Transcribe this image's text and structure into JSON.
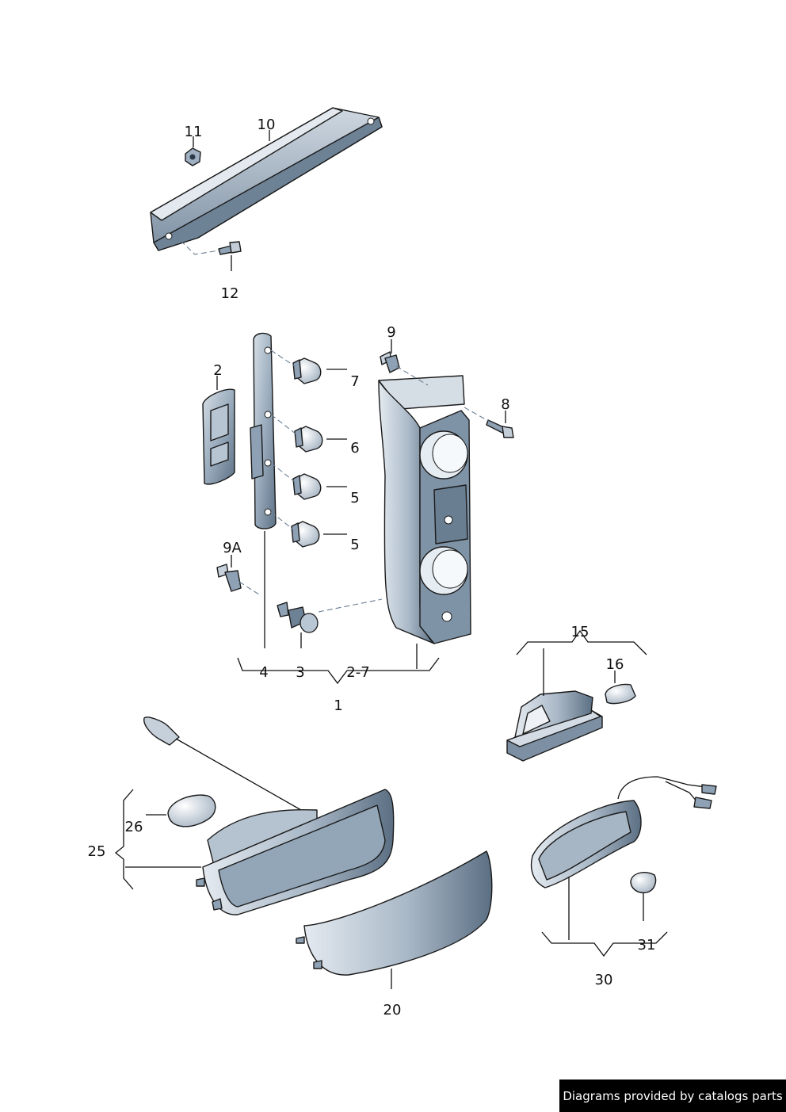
{
  "callouts": {
    "c1": "1",
    "c2": "2",
    "c3": "3",
    "c4": "4",
    "c5a": "5",
    "c5b": "5",
    "c6": "6",
    "c7": "7",
    "c8": "8",
    "c9": "9",
    "c9a": "9A",
    "c10": "10",
    "c11": "11",
    "c12": "12",
    "c15": "15",
    "c16": "16",
    "c20": "20",
    "c25": "25",
    "c26": "26",
    "c30": "30",
    "c31": "31",
    "c27": "2-7"
  },
  "footer": {
    "text": "Diagrams provided by catalogs parts"
  },
  "colors": {
    "part_fill": "#8fa2b5",
    "part_light": "#c9d3dd",
    "part_dark": "#5e7286",
    "bulb_fill": "#dfe6ec",
    "line": "#1a1a1a",
    "footer_bg": "#000000"
  }
}
